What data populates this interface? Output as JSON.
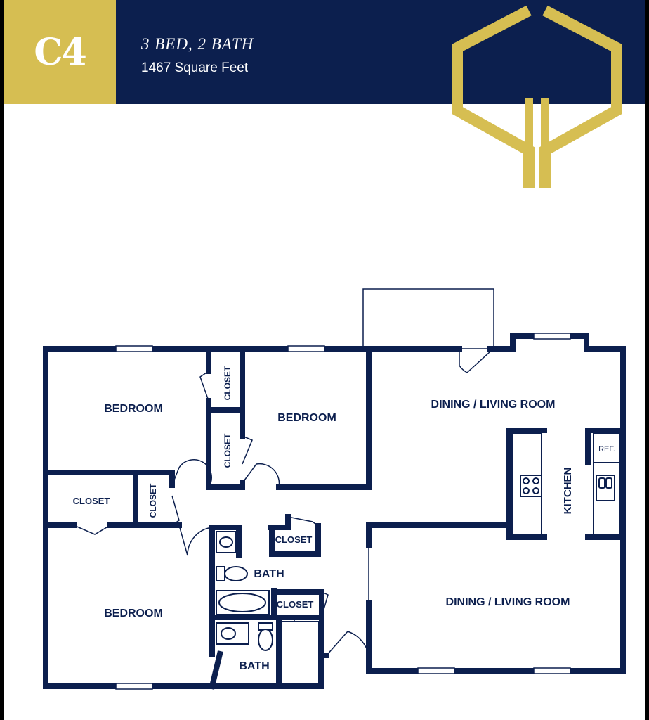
{
  "header": {
    "unit_code": "C4",
    "beds_baths": "3 BED, 2 BATH",
    "square_feet": "1467 Square Feet"
  },
  "colors": {
    "navy": "#0c1f4e",
    "gold": "#d6be52"
  },
  "logo": {
    "icon": "hexagon-building-logo-icon"
  },
  "floorplan": {
    "rooms": {
      "bedroom_top_left": "BEDROOM",
      "bedroom_middle": "BEDROOM",
      "bedroom_bottom_left": "BEDROOM",
      "closet_a": "CLOSET",
      "closet_b": "CLOSET",
      "closet_c": "CLOSET",
      "closet_d": "CLOSET",
      "closet_e": "CLOSET",
      "closet_f": "CLOSET",
      "bath_upper": "BATH",
      "bath_lower": "BATH",
      "dining_living_upper": "DINING / LIVING ROOM",
      "dining_living_lower": "DINING / LIVING ROOM",
      "kitchen": "KITCHEN",
      "refrigerator": "REF."
    }
  }
}
